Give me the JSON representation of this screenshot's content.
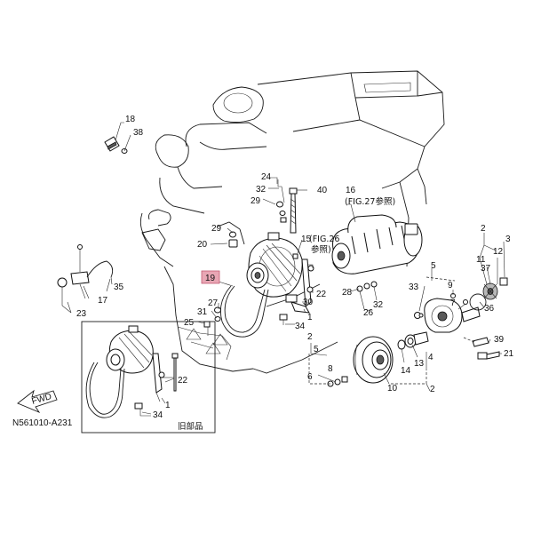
{
  "diagram": {
    "drawing_code": "N561010-A231",
    "fwd_label": "FWD",
    "inset_caption": "旧部品",
    "callouts": [
      {
        "id": "c18",
        "text": "18"
      },
      {
        "id": "c38",
        "text": "38"
      },
      {
        "id": "c24",
        "text": "24"
      },
      {
        "id": "c40",
        "text": "40"
      },
      {
        "id": "c16",
        "text": "16"
      },
      {
        "id": "c32a",
        "text": "32"
      },
      {
        "id": "c29a",
        "text": "29"
      },
      {
        "id": "c29b",
        "text": "29"
      },
      {
        "id": "c20",
        "text": "20"
      },
      {
        "id": "c15",
        "text": "15"
      },
      {
        "id": "c19",
        "text": "19"
      },
      {
        "id": "c22a",
        "text": "22"
      },
      {
        "id": "c30",
        "text": "30"
      },
      {
        "id": "c27",
        "text": "27"
      },
      {
        "id": "c31",
        "text": "31"
      },
      {
        "id": "c25",
        "text": "25"
      },
      {
        "id": "c34a",
        "text": "34"
      },
      {
        "id": "c1a",
        "text": "1"
      },
      {
        "id": "c35",
        "text": "35"
      },
      {
        "id": "c17",
        "text": "17"
      },
      {
        "id": "c23",
        "text": "23"
      },
      {
        "id": "c28",
        "text": "28"
      },
      {
        "id": "c32b",
        "text": "32"
      },
      {
        "id": "c26",
        "text": "26"
      },
      {
        "id": "c2a",
        "text": "2"
      },
      {
        "id": "c3a",
        "text": "3"
      },
      {
        "id": "c5a",
        "text": "5"
      },
      {
        "id": "c11",
        "text": "11"
      },
      {
        "id": "c12",
        "text": "12"
      },
      {
        "id": "c37",
        "text": "37"
      },
      {
        "id": "c33",
        "text": "33"
      },
      {
        "id": "c9",
        "text": "9"
      },
      {
        "id": "c7",
        "text": "7"
      },
      {
        "id": "c36",
        "text": "36"
      },
      {
        "id": "c39",
        "text": "39"
      },
      {
        "id": "c21",
        "text": "21"
      },
      {
        "id": "c2b",
        "text": "2"
      },
      {
        "id": "c5b",
        "text": "5"
      },
      {
        "id": "c8",
        "text": "8"
      },
      {
        "id": "c6",
        "text": "6"
      },
      {
        "id": "c14",
        "text": "14"
      },
      {
        "id": "c13",
        "text": "13"
      },
      {
        "id": "c4",
        "text": "4"
      },
      {
        "id": "c10",
        "text": "10"
      },
      {
        "id": "c2c",
        "text": "2"
      },
      {
        "id": "c22b",
        "text": "22"
      },
      {
        "id": "c1b",
        "text": "1"
      },
      {
        "id": "c34b",
        "text": "34"
      }
    ],
    "references": [
      {
        "id": "r27",
        "text": "(FIG.27参照)"
      },
      {
        "id": "r26a",
        "text": "(FIG.26"
      },
      {
        "id": "r26b",
        "text": "参照)"
      }
    ],
    "highlight_color": "#e8a6b4",
    "line_color": "#1a1a1a"
  }
}
